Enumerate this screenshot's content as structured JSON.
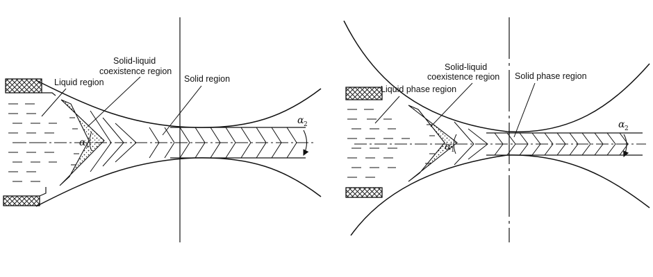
{
  "left_panel": {
    "labels": {
      "liquid": "Liquid region",
      "solid_liquid_line1": "Solid-liquid",
      "solid_liquid_line2": "coexistence region",
      "solid": "Solid region"
    },
    "angles": {
      "alpha1_symbol": "α",
      "alpha1_sub": "1",
      "alpha2_symbol": "α",
      "alpha2_sub": "2"
    }
  },
  "right_panel": {
    "labels": {
      "liquid": "Liquid phase region",
      "solid_liquid_line1": "Solid-liquid",
      "solid_liquid_line2": "coexistence region",
      "solid": "Solid phase region"
    },
    "angles": {
      "alpha1_symbol": "α",
      "alpha1_sub": "1",
      "alpha2_symbol": "α",
      "alpha2_sub": "2"
    }
  },
  "colors": {
    "line": "#1a1a1a",
    "background": "#ffffff"
  }
}
